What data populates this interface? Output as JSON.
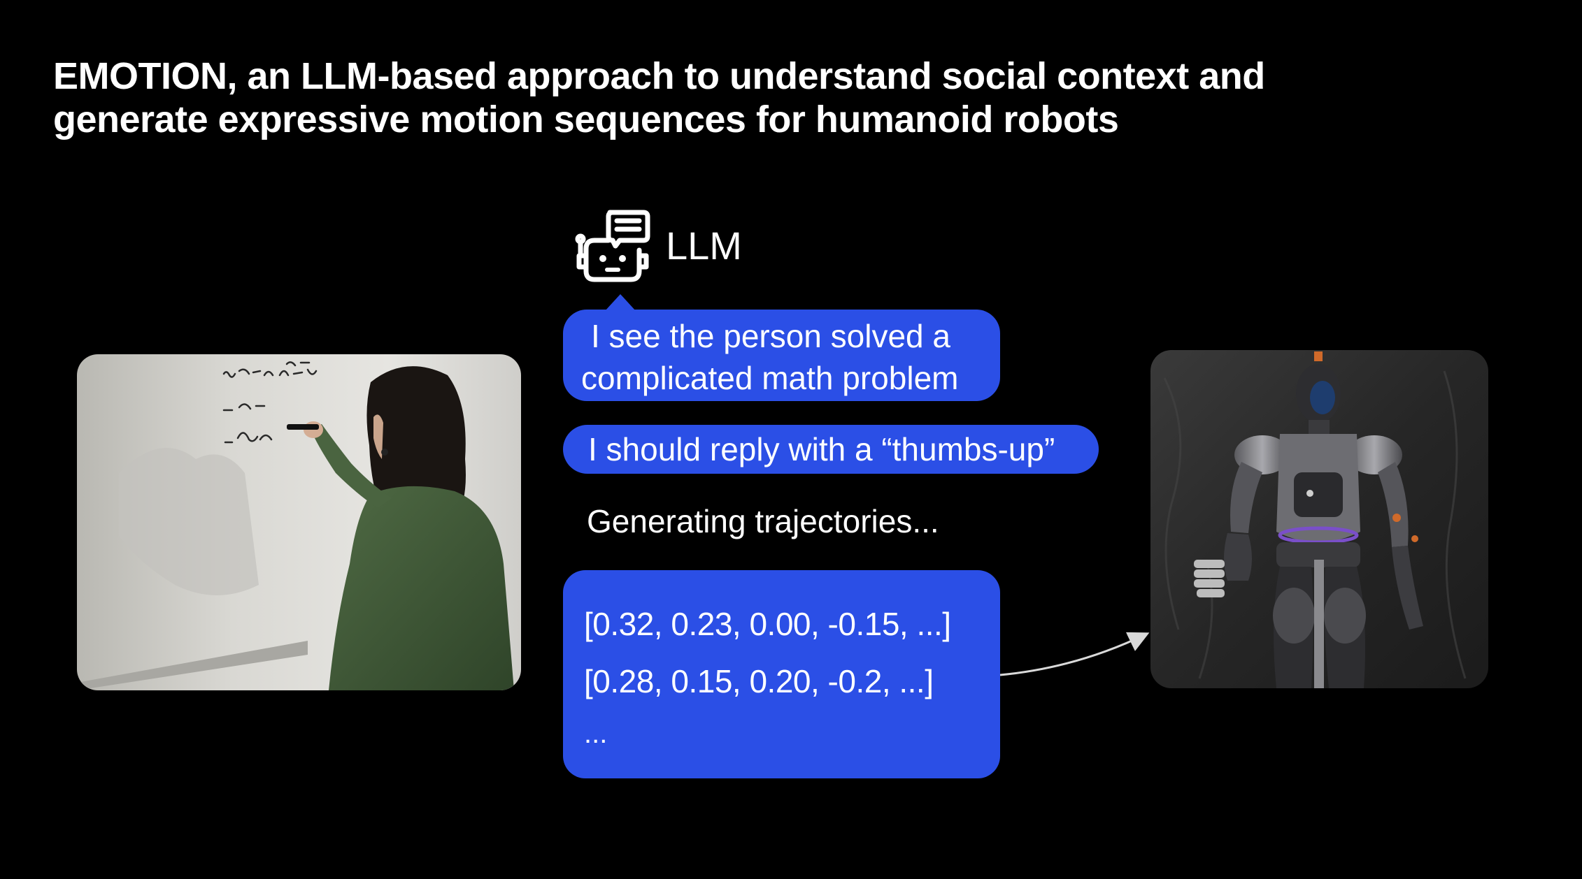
{
  "slide": {
    "title_lines": [
      "EMOTION, an LLM-based approach to understand social context and",
      "generate expressive motion sequences for humanoid robots"
    ],
    "llm": {
      "icon": "robot-chat-icon",
      "label": "LLM"
    },
    "bubbles": {
      "observation_lines": [
        "I see the person solved a",
        "complicated math problem"
      ],
      "decision": "I should reply with a “thumbs-up”"
    },
    "status": "Generating trajectories...",
    "trajectories": [
      "[0.32, 0.23, 0.00, -0.15, ...]",
      "[0.28, 0.15, 0.20, -0.2, ...]",
      "..."
    ],
    "images": {
      "left": "person-writing-on-whiteboard",
      "right": "humanoid-robot-thumbs-up"
    },
    "colors": {
      "background": "#000000",
      "bubble": "#2b4fe6",
      "text": "#ffffff"
    }
  }
}
